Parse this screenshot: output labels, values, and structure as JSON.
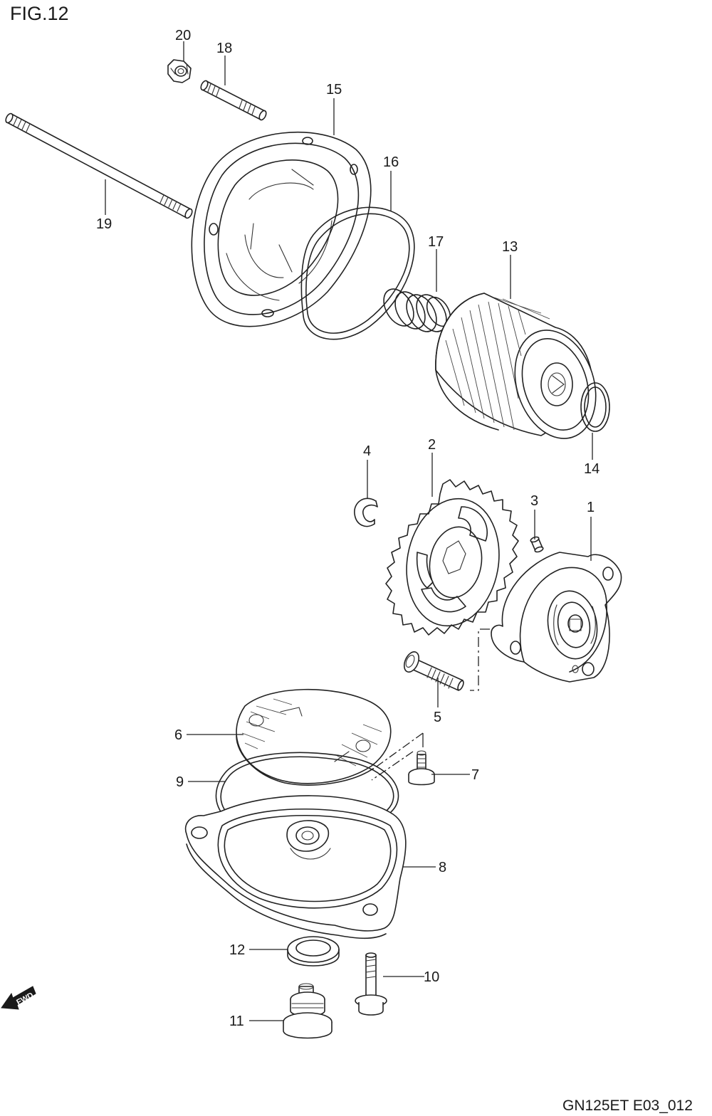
{
  "figure": {
    "title": "FIG.12",
    "drawing_code": "GN125ET E03_012",
    "direction_marker": "FWD"
  },
  "callouts": [
    {
      "id": "c1",
      "text": "1"
    },
    {
      "id": "c2",
      "text": "2"
    },
    {
      "id": "c3",
      "text": "3"
    },
    {
      "id": "c4",
      "text": "4"
    },
    {
      "id": "c5",
      "text": "5"
    },
    {
      "id": "c6",
      "text": "6"
    },
    {
      "id": "c7",
      "text": "7"
    },
    {
      "id": "c8",
      "text": "8"
    },
    {
      "id": "c9",
      "text": "9"
    },
    {
      "id": "c10",
      "text": "10"
    },
    {
      "id": "c11",
      "text": "11"
    },
    {
      "id": "c12",
      "text": "12"
    },
    {
      "id": "c13",
      "text": "13"
    },
    {
      "id": "c14",
      "text": "14"
    },
    {
      "id": "c15",
      "text": "15"
    },
    {
      "id": "c16",
      "text": "16"
    },
    {
      "id": "c17",
      "text": "17"
    },
    {
      "id": "c18",
      "text": "18"
    },
    {
      "id": "c19",
      "text": "19"
    },
    {
      "id": "c20",
      "text": "20"
    }
  ]
}
